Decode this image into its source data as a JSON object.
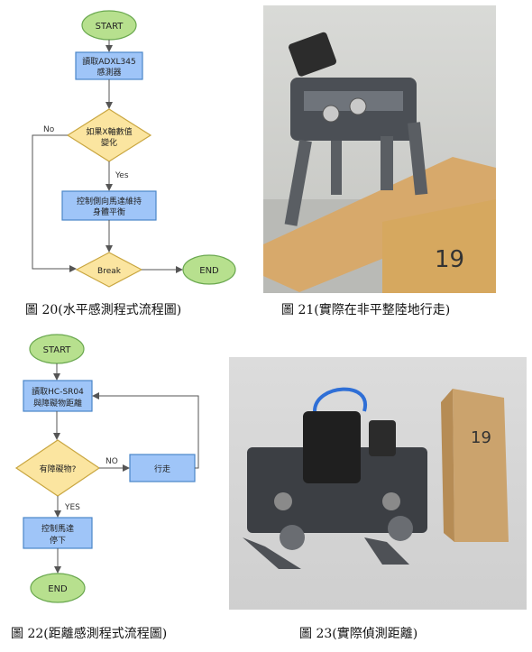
{
  "fig20": {
    "start": "START",
    "read_line1": "讀取ADXL345",
    "read_line2": "感測器",
    "decision_line1": "如果X軸數值",
    "decision_line2": "變化",
    "no": "No",
    "yes": "Yes",
    "control_line1": "控制側向馬達維持",
    "control_line2": "身體平衡",
    "break": "Break",
    "end": "END",
    "caption": "圖  20(水平感測程式流程圖)"
  },
  "fig21": {
    "box_label": "19",
    "caption": "圖  21(實際在非平整陸地行走)"
  },
  "fig22": {
    "start": "START",
    "read_line1": "讀取HC-SR04",
    "read_line2": "與障礙物距離",
    "decision": "有障礙物?",
    "no": "NO",
    "walk": "行走",
    "yes": "YES",
    "stop_line1": "控制馬達",
    "stop_line2": "停下",
    "end": "END",
    "caption": "圖  22(距離感測程式流程圖)"
  },
  "fig23": {
    "box_label": "19",
    "caption": "圖  23(實際偵測距離)"
  },
  "colors": {
    "terminal_fill": "#b7e08e",
    "terminal_stroke": "#6aa84f",
    "process_fill": "#9fc5f8",
    "process_stroke": "#4a86c8",
    "decision_fill": "#fbe5a0",
    "decision_stroke": "#c9a640",
    "arrow": "#555555"
  }
}
